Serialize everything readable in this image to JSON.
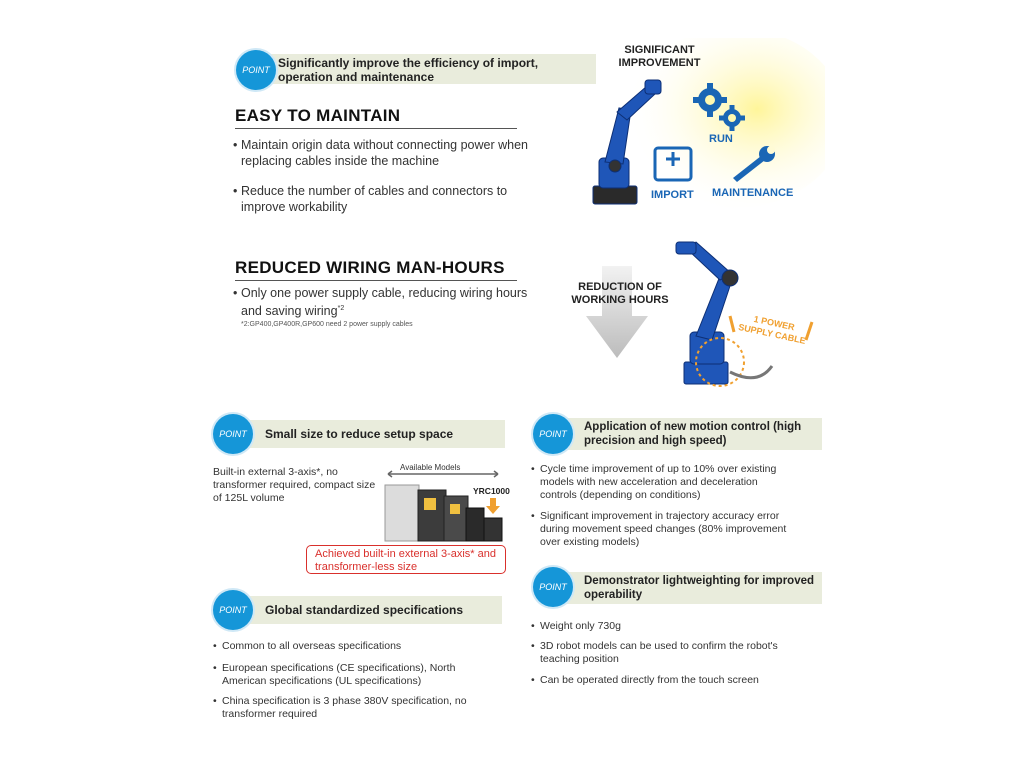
{
  "top": {
    "point_badge": "POINT",
    "point_text": "Significantly improve the efficiency of import, operation and maintenance",
    "easy_heading": "EASY TO MAINTAIN",
    "easy_bullets": [
      "Maintain origin data without connecting power when replacing cables inside the machine",
      "Reduce the number of cables and connectors to improve workability"
    ],
    "wiring_heading": "REDUCED WIRING MAN-HOURS",
    "wiring_bullet": "Only one power supply cable, reducing wiring hours and saving wiring",
    "wiring_sup": "*2",
    "wiring_note": "*2:GP400,GP400R,GP600 need 2 power supply cables"
  },
  "illustration1": {
    "title": "SIGNIFICANT IMPROVEMENT",
    "run": "RUN",
    "import": "IMPORT",
    "maintenance": "MAINTENANCE",
    "accent": "#1a66b5"
  },
  "illustration2": {
    "title": "REDUCTION OF WORKING HOURS",
    "cable_label": "1 POWER SUPPLY CABLE",
    "cable_color": "#f0a030"
  },
  "small_size": {
    "badge": "POINT",
    "title": "Small size to reduce setup space",
    "desc": "Built-in external 3-axis*, no transformer required, compact size of 125L volume",
    "available": "Available Models",
    "model": "YRC1000",
    "achieved": "Achieved built-in external 3-axis* and transformer-less size"
  },
  "motion": {
    "badge": "POINT",
    "title": "Application of new motion control (high precision and high speed)",
    "bullets": [
      "Cycle time improvement of up to 10% over existing models with new acceleration and deceleration controls (depending on conditions)",
      "Significant improvement in trajectory accuracy error during movement speed changes (80% improvement over existing models)"
    ]
  },
  "global": {
    "badge": "POINT",
    "title": "Global standardized specifications",
    "bullets": [
      "Common to all overseas specifications",
      "European specifications (CE specifications), North American specifications (UL specifications)",
      "China specification is 3 phase 380V specification, no transformer required"
    ]
  },
  "pendant": {
    "badge": "POINT",
    "title": "Demonstrator lightweighting for improved operability",
    "bullets": [
      "Weight only 730g",
      "3D robot models can be used to confirm the robot's teaching position",
      "Can be operated directly from the touch screen"
    ]
  },
  "colors": {
    "brand_blue": "#1596d8",
    "bar_bg": "#e9ecdc",
    "note_red": "#d9302c"
  }
}
